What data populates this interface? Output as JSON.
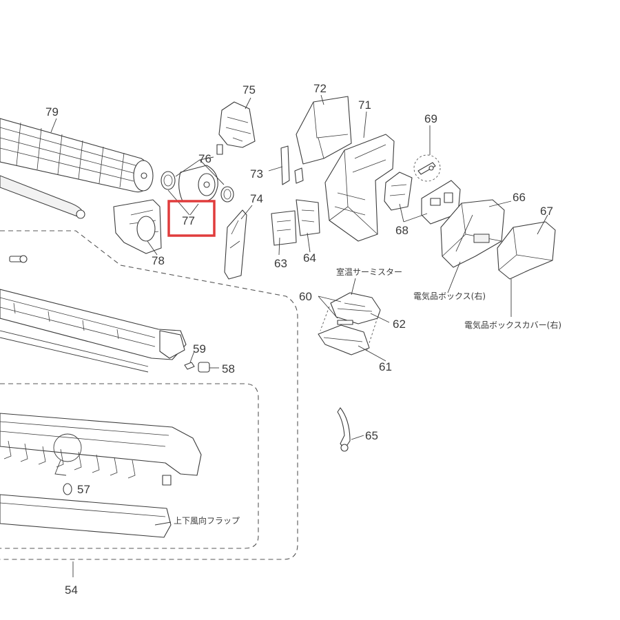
{
  "diagram": {
    "part_numbers": {
      "p54": "54",
      "p57": "57",
      "p58": "58",
      "p59": "59",
      "p60": "60",
      "p61": "61",
      "p62": "62",
      "p63": "63",
      "p64": "64",
      "p65": "65",
      "p66": "66",
      "p67": "67",
      "p68": "68",
      "p69": "69",
      "p71": "71",
      "p72": "72",
      "p73": "73",
      "p74": "74",
      "p75": "75",
      "p76": "76",
      "p77": "77",
      "p78": "78",
      "p79": "79"
    },
    "text_labels": {
      "room_temp_thermistor": "室温サーミスター",
      "electrical_box_right": "電気品ボックス(右)",
      "electrical_box_cover_right": "電気品ボックスカバー(右)",
      "vertical_flap": "上下風向フラップ"
    },
    "highlight": {
      "part": "77",
      "color": "#e03c3c"
    },
    "colors": {
      "line": "#3a3a3a",
      "highlight": "#e03c3c"
    }
  }
}
